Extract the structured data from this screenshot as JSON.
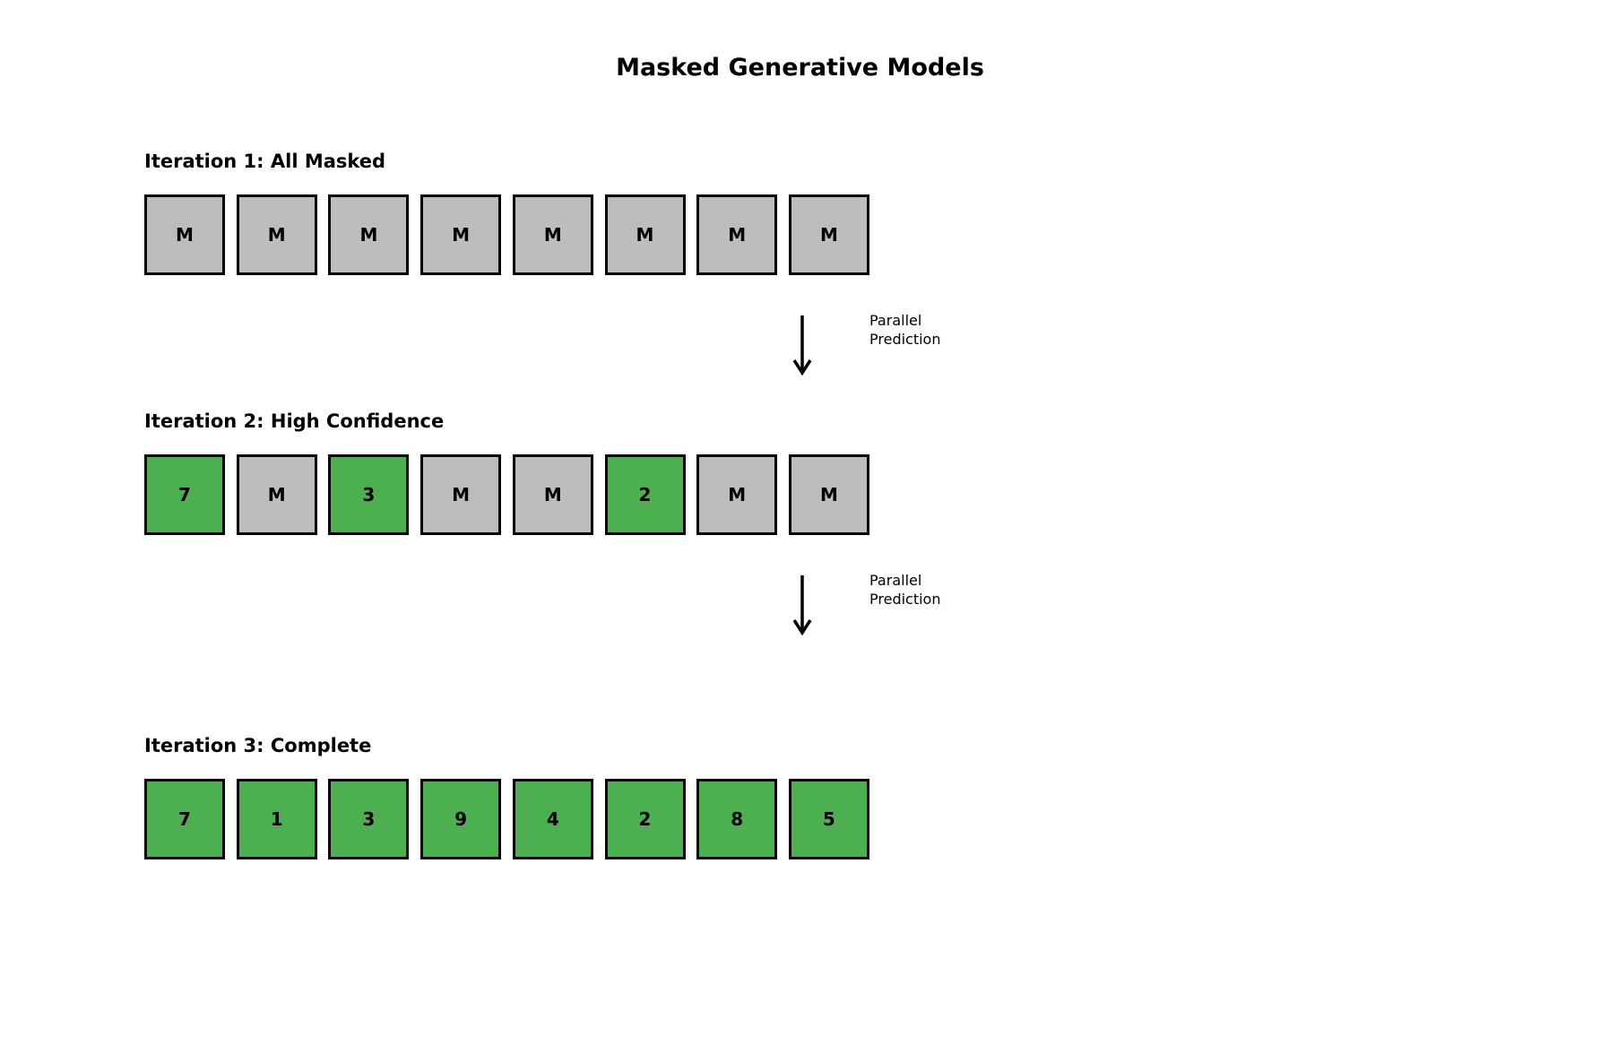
{
  "title": "Masked Generative Models",
  "colors": {
    "masked": "#bdbdbd",
    "known": "#4caf50"
  },
  "iterations": [
    {
      "label": "Iteration 1: All Masked",
      "tokens": [
        "M",
        "M",
        "M",
        "M",
        "M",
        "M",
        "M",
        "M"
      ]
    },
    {
      "label": "Iteration 2: High Confidence",
      "tokens": [
        "7",
        "M",
        "3",
        "M",
        "M",
        "2",
        "M",
        "M"
      ]
    },
    {
      "label": "Iteration 3: Complete",
      "tokens": [
        "7",
        "1",
        "3",
        "9",
        "4",
        "2",
        "8",
        "5"
      ]
    }
  ],
  "arrows": [
    {
      "label_line1": "Parallel",
      "label_line2": "Prediction"
    },
    {
      "label_line1": "Parallel",
      "label_line2": "Prediction"
    }
  ],
  "mask_token": "M"
}
